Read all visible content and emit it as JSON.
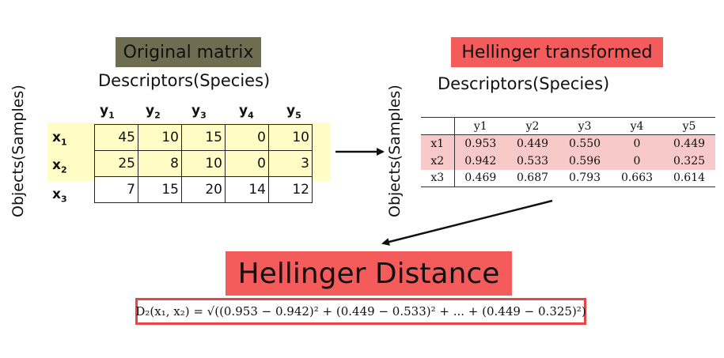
{
  "original": {
    "title": "Original matrix",
    "descriptors_label": "Descriptors(Species)",
    "objects_label": "Objects(Samples)",
    "columns": [
      {
        "base": "y",
        "sub": "1"
      },
      {
        "base": "y",
        "sub": "2"
      },
      {
        "base": "y",
        "sub": "3"
      },
      {
        "base": "y",
        "sub": "4"
      },
      {
        "base": "y",
        "sub": "5"
      }
    ],
    "rows": [
      {
        "base": "x",
        "sub": "1",
        "values": [
          "45",
          "10",
          "15",
          "0",
          "10"
        ]
      },
      {
        "base": "x",
        "sub": "2",
        "values": [
          "25",
          "8",
          "10",
          "0",
          "3"
        ]
      },
      {
        "base": "x",
        "sub": "3",
        "values": [
          "7",
          "15",
          "20",
          "14",
          "12"
        ]
      }
    ],
    "highlight_color": "#fffcc5"
  },
  "hellinger": {
    "title": "Hellinger transformed",
    "descriptors_label": "Descriptors(Species)",
    "objects_label": "Objects(Samples)",
    "columns": [
      "y1",
      "y2",
      "y3",
      "y4",
      "y5"
    ],
    "rows": [
      {
        "label": "x1",
        "values": [
          "0.953",
          "0.449",
          "0.550",
          "0",
          "0.449"
        ]
      },
      {
        "label": "x2",
        "values": [
          "0.942",
          "0.533",
          "0.596",
          "0",
          "0.325"
        ]
      },
      {
        "label": "x3",
        "values": [
          "0.469",
          "0.687",
          "0.793",
          "0.663",
          "0.614"
        ]
      }
    ],
    "highlight_color": "#f8c9c9"
  },
  "distance": {
    "title": "Hellinger Distance",
    "formula": "D₂(x₁, x₂) = √((0.953 − 0.942)² + (0.449 − 0.533)² + ... + (0.449 − 0.325)²)"
  },
  "colors": {
    "title_original_bg": "#6e6d52",
    "title_hellinger_bg": "#f45b5b",
    "formula_border": "#e84545"
  }
}
